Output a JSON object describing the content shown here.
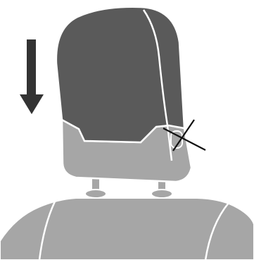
{
  "diagram": {
    "subject": "headrest-adjustment",
    "arrow_direction": "down",
    "marker": "cross",
    "colors": {
      "headrest_upper": "#5a5a5a",
      "headrest_lower": "#a6a6a6",
      "seat_back": "#a6a6a6",
      "arrow": "#333333",
      "outline": "#ffffff",
      "cross": "#111111"
    }
  }
}
